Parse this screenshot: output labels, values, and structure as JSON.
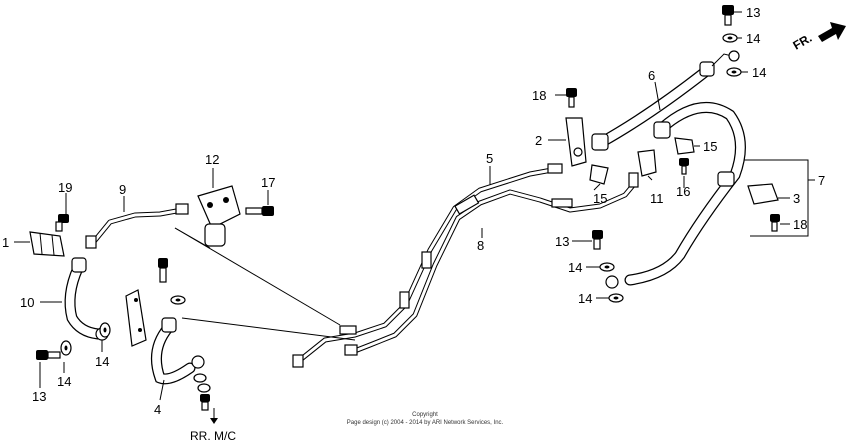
{
  "labels": {
    "n1": "1",
    "n2": "2",
    "n3": "3",
    "n4": "4",
    "n5": "5",
    "n6": "6",
    "n7": "7",
    "n8": "8",
    "n9": "9",
    "n10": "10",
    "n11": "11",
    "n12": "12",
    "n13_top": "13",
    "n13_mid": "13",
    "n13_bot": "13",
    "n14_a": "14",
    "n14_b": "14",
    "n14_c": "14",
    "n14_d": "14",
    "n14_e": "14",
    "n14_f": "14",
    "n15_a": "15",
    "n15_b": "15",
    "n16": "16",
    "n17": "17",
    "n18_a": "18",
    "n18_b": "18",
    "n19": "19"
  },
  "direction": {
    "front_label": "FR."
  },
  "callout": {
    "rear_master_cylinder": "RR. M/C"
  },
  "footer": {
    "copyright": "Copyright",
    "notice": "Page design (c) 2004 - 2014 by ARI Network Services, Inc."
  }
}
